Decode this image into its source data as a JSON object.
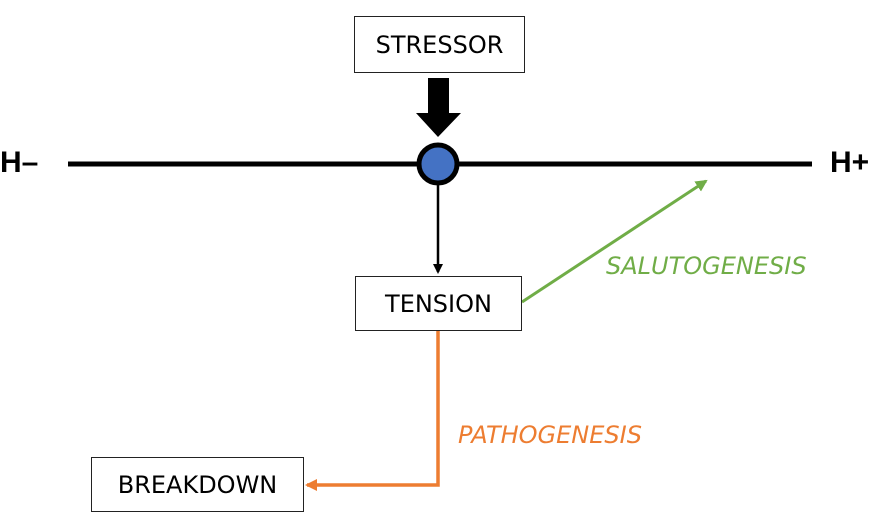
{
  "nodes": {
    "stressor": "STRESSOR",
    "tension": "TENSION",
    "breakdown": "BREAKDOWN"
  },
  "poles": {
    "negative": "H–",
    "positive": "H+"
  },
  "paths": {
    "salutogenesis": "SALUTOGENESIS",
    "pathogenesis": "PATHOGENESIS"
  },
  "colors": {
    "salutogenesis": "#70ad47",
    "pathogenesis": "#ed7d31",
    "position_marker": "#4472c4"
  }
}
